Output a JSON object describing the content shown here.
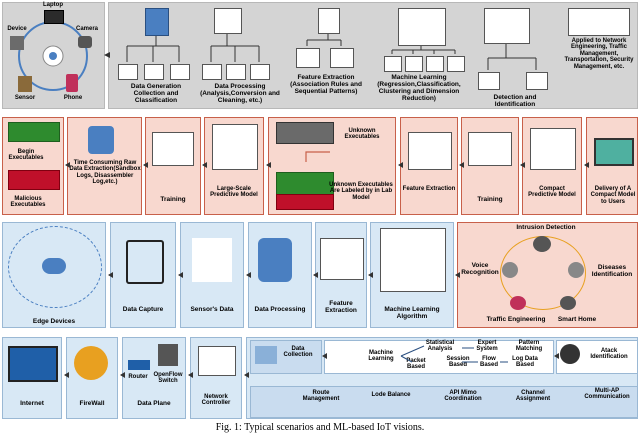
{
  "row1": {
    "iot_nodes": [
      "Laptop",
      "Camera",
      "Device",
      "Sensor",
      "Phone"
    ],
    "stages": [
      "Data Generation Collection and Classification",
      "Data Processing (Analysis,Conversion and Cleaning, etc.)",
      "Feature Extraction (Association Rules and Sequential Patterns)",
      "Machine Learning (Regression,Classification, Clustering and Dimension Reduction)",
      "Detection and Identification",
      "Applied to Network Engineering, Traffic Management, Transportation, Security Management, etc."
    ]
  },
  "row2": {
    "begin": "Begin Executables",
    "malicious": "Malicious Executables",
    "time_consuming": "Time Consuming Raw Data Extraction(Sandbox Logs, Disassembler Log,etc.)",
    "training1": "Training",
    "large_scale": "Large-Scale Predictive Model",
    "unknown": "Unknown Executables",
    "labeled": "Unknown Executables Are Labeled by in Lab Model",
    "feature": "Feature Extraction",
    "training2": "Training",
    "compact": "Compact Predictive Model",
    "delivery": "Delivery of A Compact Model to Users"
  },
  "row3": {
    "edge": "Edge Devices",
    "capture": "Data Capture",
    "sensor": "Sensor's Data",
    "processing": "Data Processing",
    "feature": "Feature Extraction",
    "ml": "Machine Learning Algorithm",
    "intrusion": "Intrusion Detection",
    "voice": "Voice Recognition",
    "diseases": "Diseases Identification",
    "traffic": "Traffic Engineering",
    "smarthome": "Smart Home"
  },
  "row4": {
    "internet": "Internet",
    "firewall": "FireWall",
    "router": "Router",
    "openflow": "OpenFlow Switch",
    "dataplane": "Data Plane",
    "controller": "Network Controller",
    "collection": "Data Collection",
    "ml": "Machine Learning",
    "statistical": "Statistical Analysis",
    "expert": "Expert System",
    "pattern": "Pattern Matching",
    "attack": "Atack Identification",
    "packet": "Packet Based",
    "session": "Session Based",
    "flow": "Flow Based",
    "logdata": "Log Data Based",
    "route": "Route Management",
    "lode": "Lode Balance",
    "apimimo": "API Mimo Coordination",
    "channel": "Channel Assignment",
    "multiap": "Multi-AP Communication"
  },
  "caption": "Fig. 1: Typical scenarios and ML-based IoT visions."
}
